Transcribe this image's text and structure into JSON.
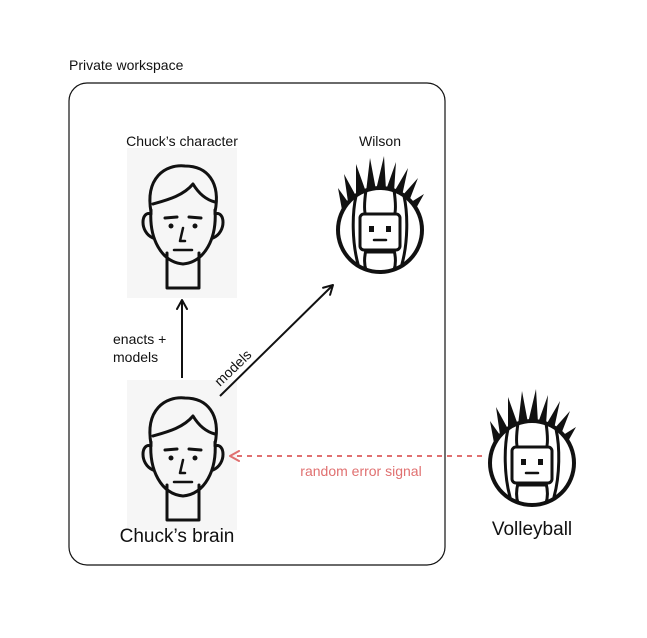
{
  "workspace": {
    "label": "Private workspace"
  },
  "nodes": {
    "character": {
      "label": "Chuck’s character",
      "icon": "human-face-icon"
    },
    "wilson": {
      "label": "Wilson",
      "icon": "volleyball-face-icon"
    },
    "brain": {
      "label": "Chuck’s brain",
      "icon": "human-face-icon"
    },
    "volleyball": {
      "label": "Volleyball",
      "icon": "volleyball-face-icon"
    }
  },
  "edges": {
    "brain_to_character": {
      "label_line1": "enacts +",
      "label_line2": "models"
    },
    "brain_to_wilson": {
      "label": "models"
    },
    "volleyball_to_brain": {
      "label": "random error signal",
      "color": "#e07070"
    }
  }
}
